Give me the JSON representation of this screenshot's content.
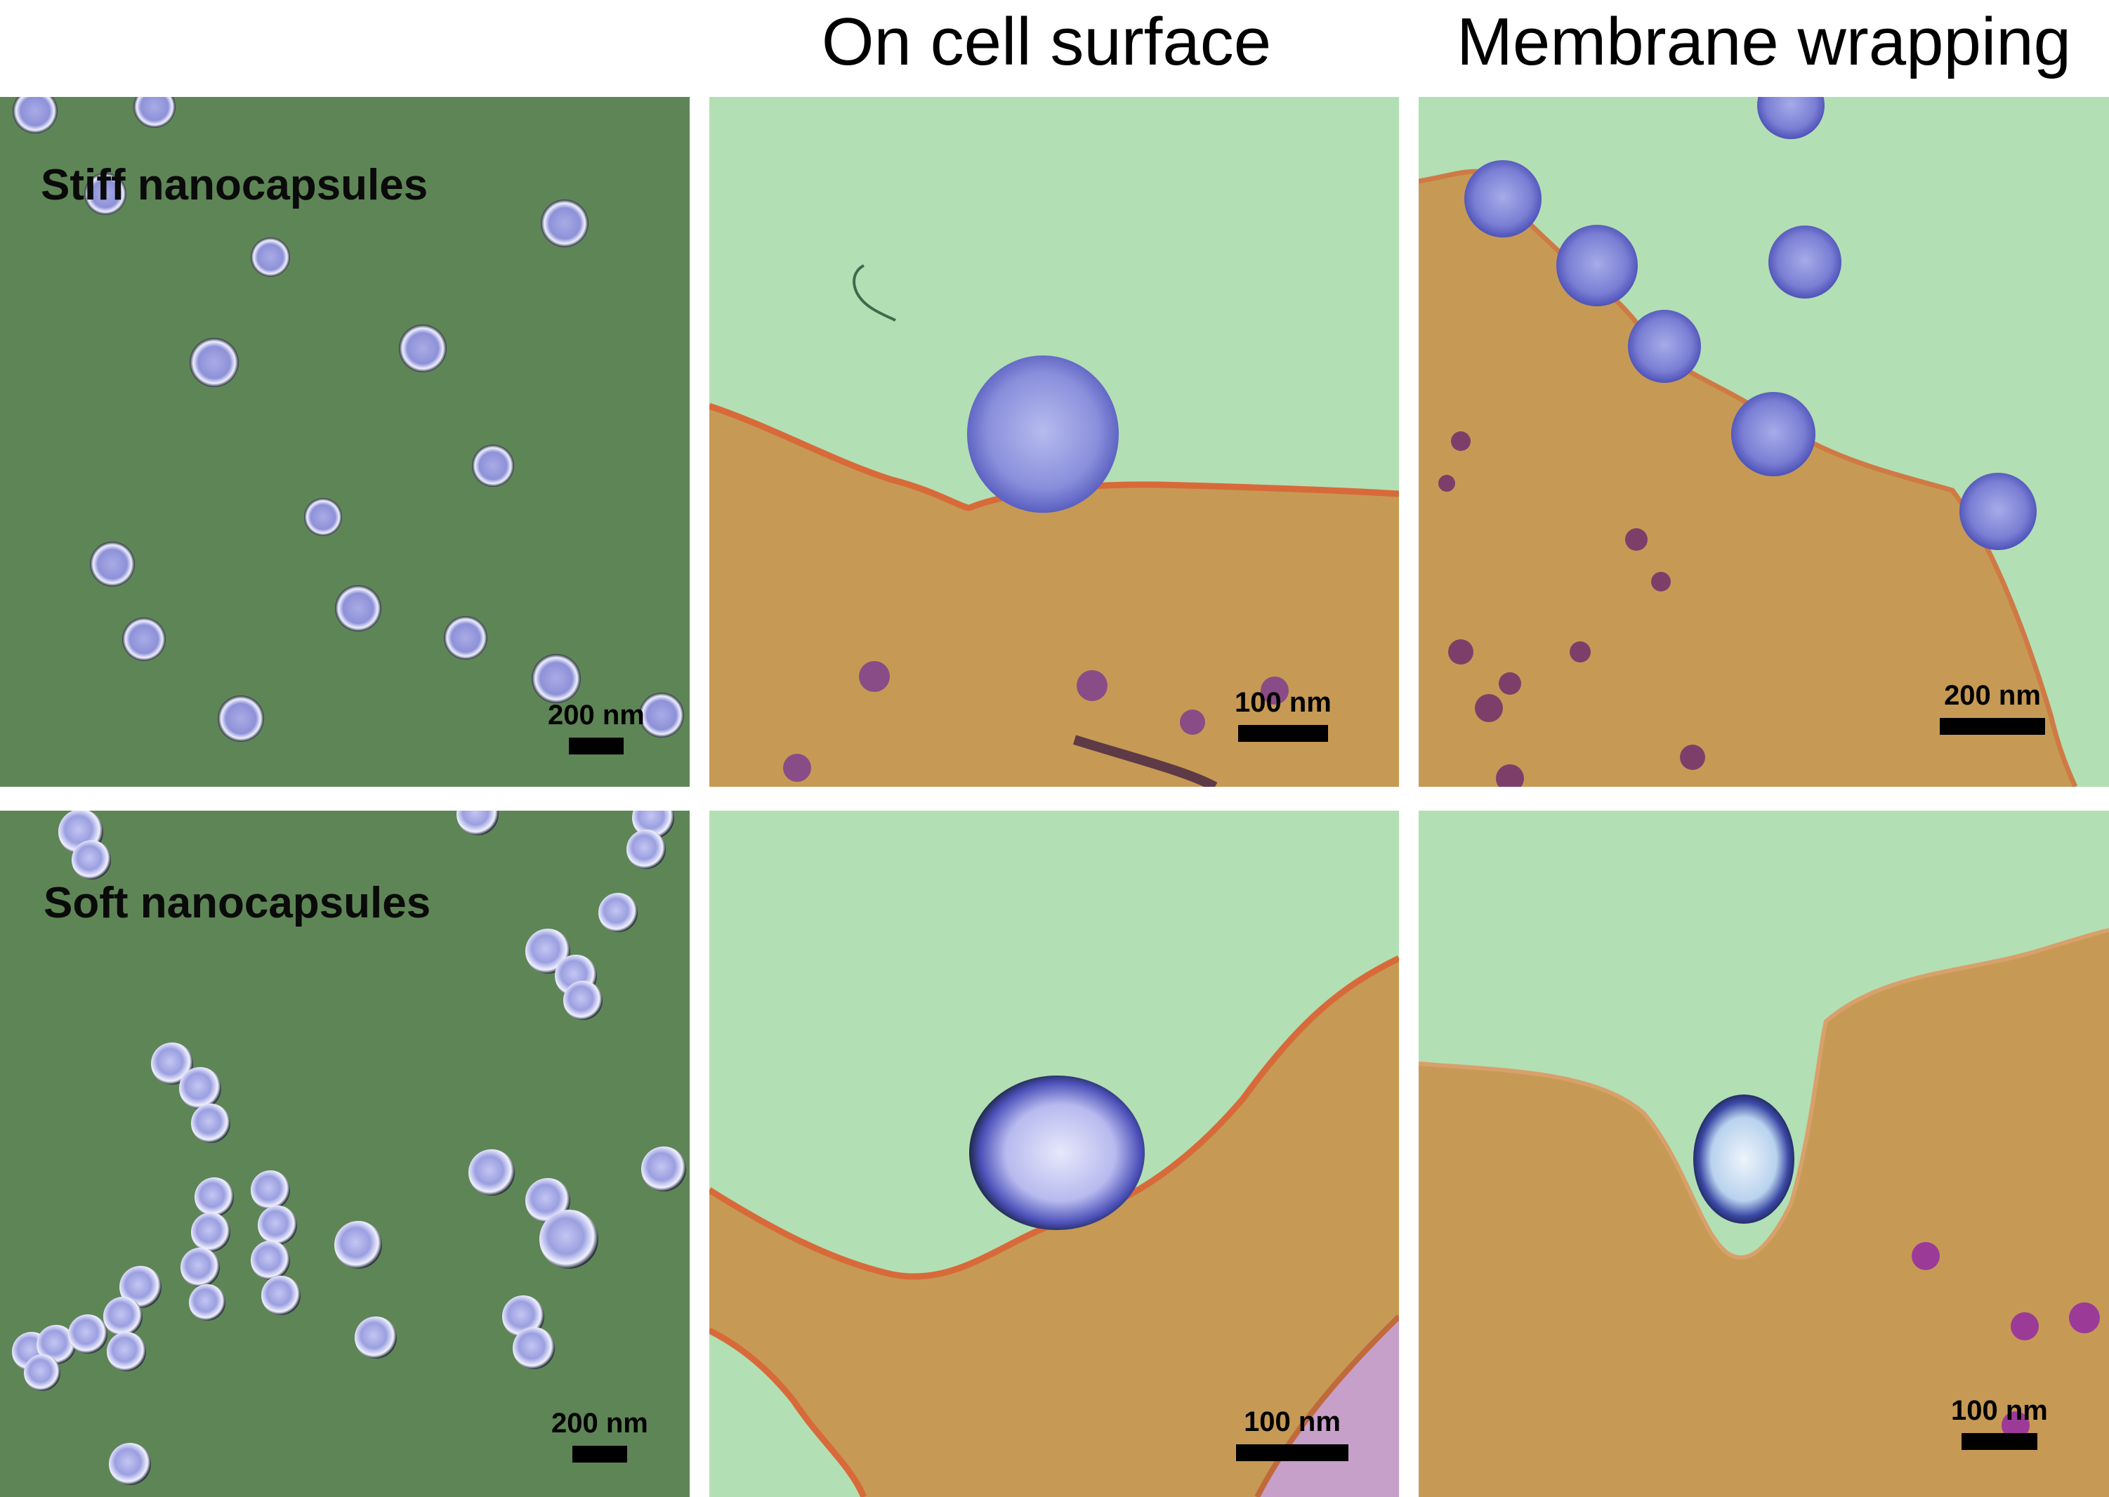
{
  "column_titles": {
    "surface": "On cell surface",
    "wrapping": "Membrane wrapping"
  },
  "rows": {
    "stiff": {
      "label": "Stiff nanocapsules",
      "scales": {
        "sem": "200 nm",
        "surface": "100 nm",
        "wrapping": "200 nm"
      }
    },
    "soft": {
      "label": "Soft nanocapsules",
      "scales": {
        "sem": "200 nm",
        "surface": "100 nm",
        "wrapping": "100 nm"
      }
    }
  },
  "colors": {
    "sem_background": "#5e8556",
    "medium": "#b3dfb4",
    "cytoplasm": "#c69a55",
    "membrane": "#d86a3a",
    "capsule": "#7b7fd4",
    "vesicle": "#8a4c86"
  }
}
